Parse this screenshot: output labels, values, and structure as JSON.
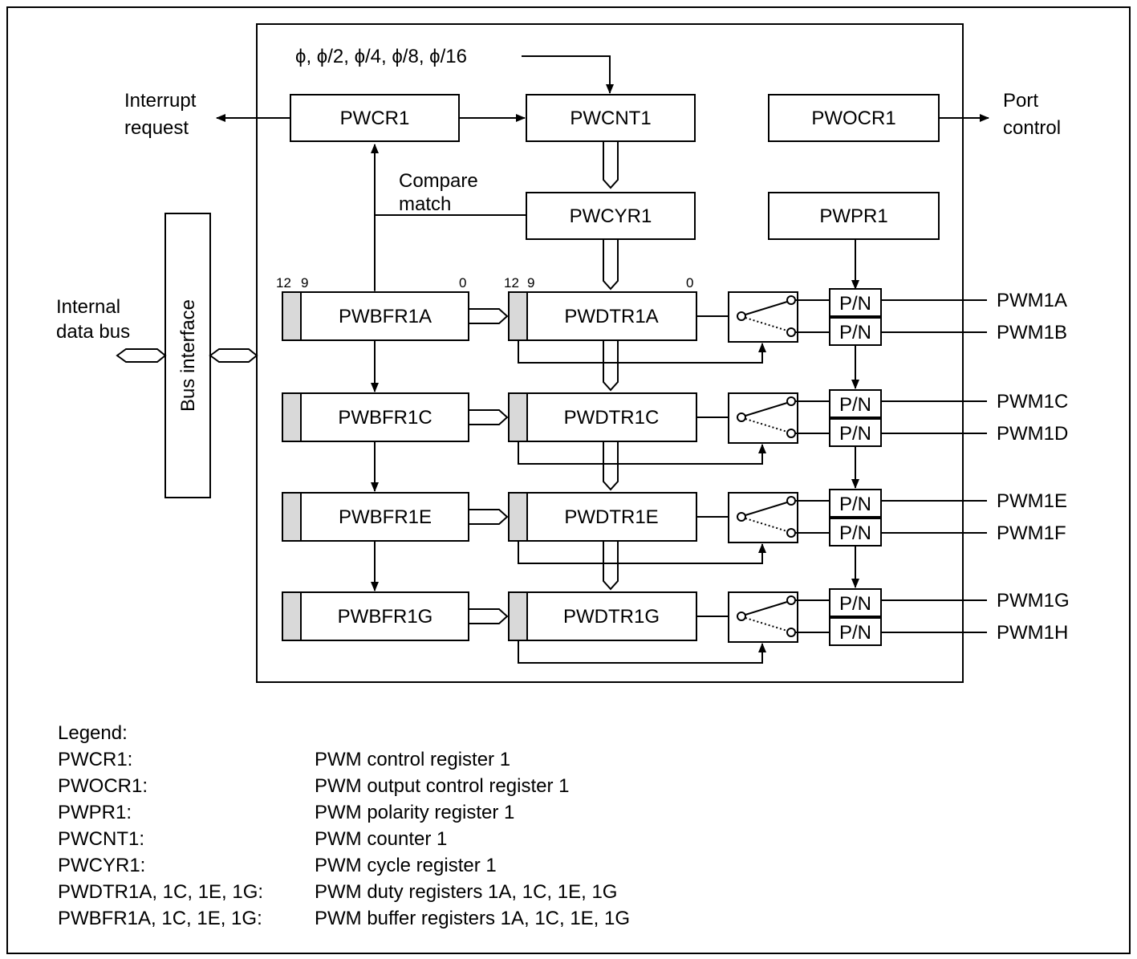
{
  "clock_sources": "ϕ, ϕ/2, ϕ/4, ϕ/8, ϕ/16",
  "interrupt_request": [
    "Interrupt",
    "request"
  ],
  "port_control": [
    "Port",
    "control"
  ],
  "compare_match": [
    "Compare",
    "match"
  ],
  "internal_data_bus": [
    "Internal",
    "data bus"
  ],
  "bus_interface": "Bus interface",
  "registers": {
    "pwcr1": "PWCR1",
    "pwcnt1": "PWCNT1",
    "pwocr1": "PWOCR1",
    "pwcyr1": "PWCYR1",
    "pwpr1": "PWPR1"
  },
  "bit_labels": {
    "msb": "12",
    "mid": "9",
    "lsb": "0"
  },
  "polarity_label": "P/N",
  "buffer_registers": [
    "PWBFR1A",
    "PWBFR1C",
    "PWBFR1E",
    "PWBFR1G"
  ],
  "duty_registers": [
    "PWDTR1A",
    "PWDTR1C",
    "PWDTR1E",
    "PWDTR1G"
  ],
  "outputs": [
    [
      "PWM1A",
      "PWM1B"
    ],
    [
      "PWM1C",
      "PWM1D"
    ],
    [
      "PWM1E",
      "PWM1F"
    ],
    [
      "PWM1G",
      "PWM1H"
    ]
  ],
  "legend": {
    "title": "Legend:",
    "entries": [
      {
        "abbr": "PWCR1:",
        "desc": "PWM control register 1"
      },
      {
        "abbr": "PWOCR1:",
        "desc": "PWM output control register 1"
      },
      {
        "abbr": "PWPR1:",
        "desc": "PWM polarity register 1"
      },
      {
        "abbr": "PWCNT1:",
        "desc": "PWM counter 1"
      },
      {
        "abbr": "PWCYR1:",
        "desc": "PWM cycle register 1"
      },
      {
        "abbr": "PWDTR1A, 1C, 1E, 1G:",
        "desc": "PWM duty registers 1A, 1C, 1E, 1G"
      },
      {
        "abbr": "PWBFR1A, 1C, 1E, 1G:",
        "desc": "PWM buffer registers 1A, 1C, 1E, 1G"
      }
    ]
  }
}
